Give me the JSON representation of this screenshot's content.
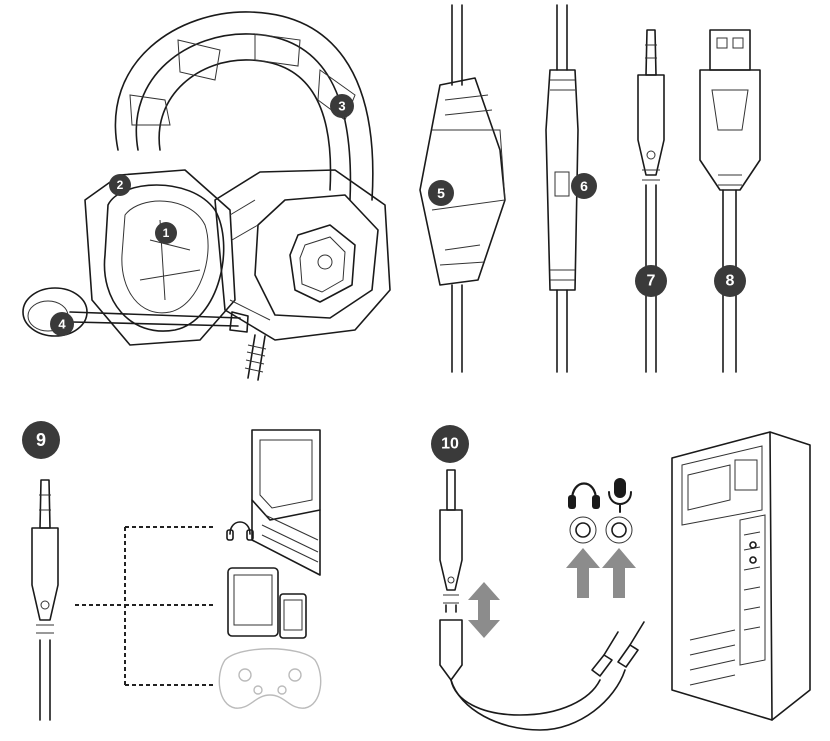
{
  "colors": {
    "line": "#1a1a1a",
    "badge_fill": "#3a3a3a",
    "arrow_gray": "#8c8c8c",
    "faded": "#c8c8c8"
  },
  "badges": {
    "b1": "1",
    "b2": "2",
    "b3": "3",
    "b4": "4",
    "b5": "5",
    "b6": "6",
    "b7": "7",
    "b8": "8",
    "b9": "9",
    "b10": "10"
  },
  "icons": {
    "headphone": "headphone-icon",
    "microphone": "microphone-icon"
  }
}
